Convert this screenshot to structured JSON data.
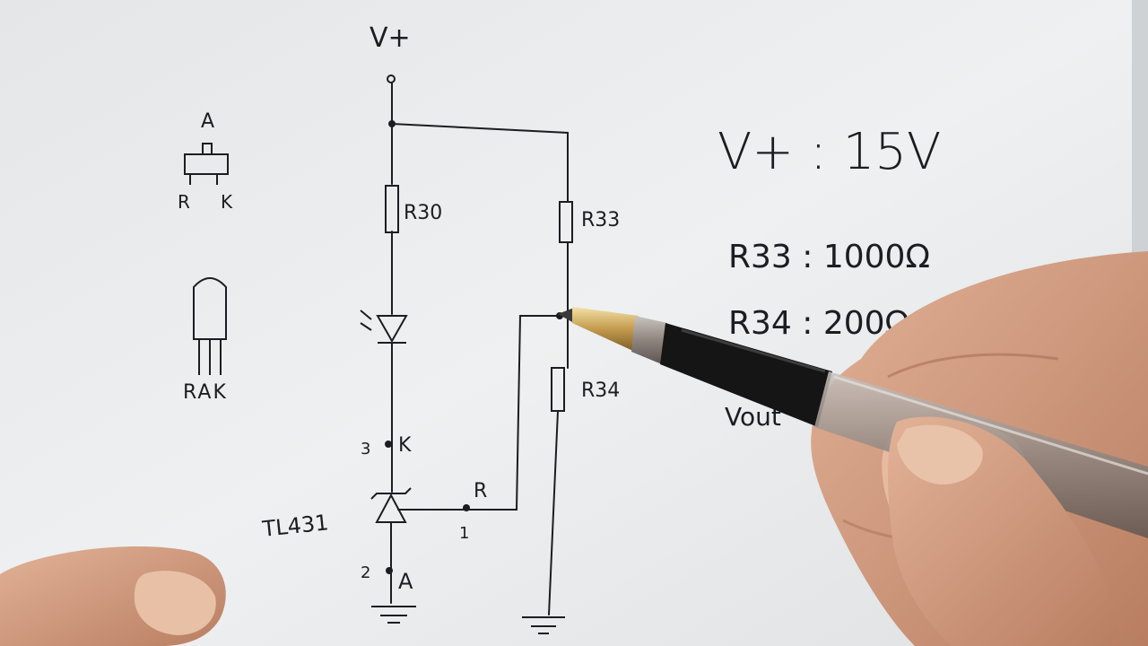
{
  "colors": {
    "paper": "#eceeef",
    "ink": "#1c1d22",
    "skin": "#d9a487",
    "pen_body": "#1a1a1a",
    "pen_tip": "#c9a45a"
  },
  "circuit": {
    "supply": "V+",
    "pin_a": "A",
    "pin_r": "R",
    "pin_k": "K",
    "to92_pins": "RAK",
    "r30": "R30",
    "r33": "R33",
    "r34": "R34",
    "chip": "TL431",
    "node_k_num": "3",
    "node_k": "K",
    "node_r": "R",
    "node_r_num": "1",
    "node_a_num": "2",
    "node_a": "A"
  },
  "notes": {
    "vplus": "V+ : 15V",
    "r33": "R33 : 1000Ω",
    "r34": "R34 : 200Ω",
    "vout": "Vout"
  }
}
